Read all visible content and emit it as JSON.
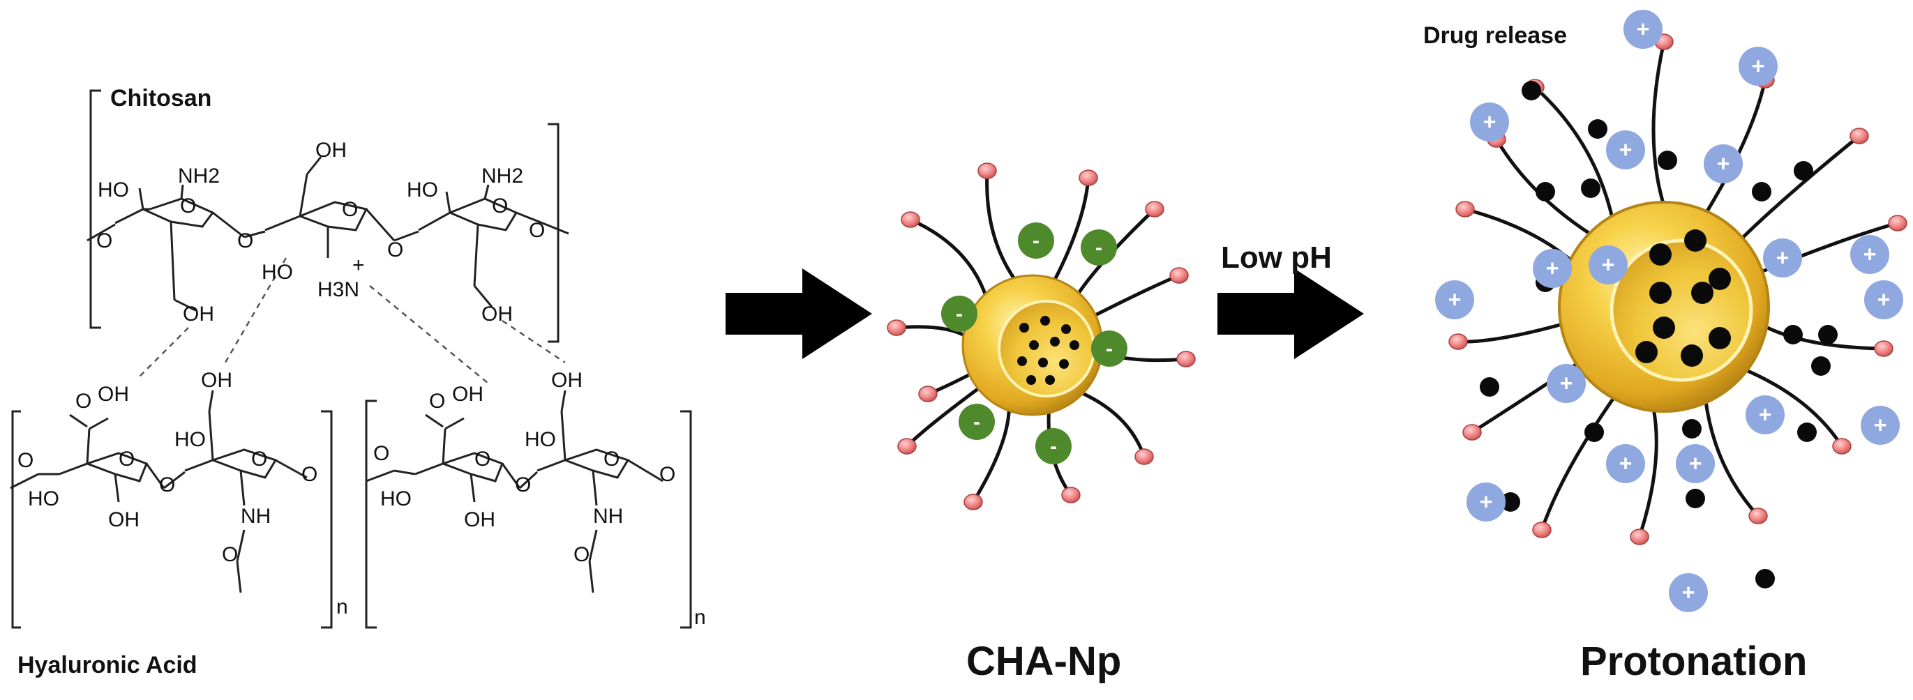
{
  "labels": {
    "chitosan": "Chitosan",
    "hyaluronic_acid": "Hyaluronic Acid",
    "cha_np": "CHA-Np",
    "protonation": "Protonation",
    "low_ph": "Low pH",
    "drug_release": "Drug release"
  },
  "chem": {
    "oh": "OH",
    "nh2": "NH2",
    "nh": "NH",
    "h3n": "H3N",
    "o": "O",
    "ho": "HO",
    "n": "n",
    "plus": "+"
  },
  "charges": {
    "negative": "-",
    "positive": "+"
  },
  "colors": {
    "arrow": "#000000",
    "particle_gold": "#f2c232",
    "particle_rim": "#c8961a",
    "negative_charge": "#4e8a2c",
    "positive_charge": "#8fa8e0",
    "drug_dot": "#0a0a0a",
    "tether_head": "#f08585",
    "bond": "#222222"
  },
  "icons": {
    "arrow": "right-block-arrow",
    "nanoparticle": "gold-ring-sphere"
  }
}
